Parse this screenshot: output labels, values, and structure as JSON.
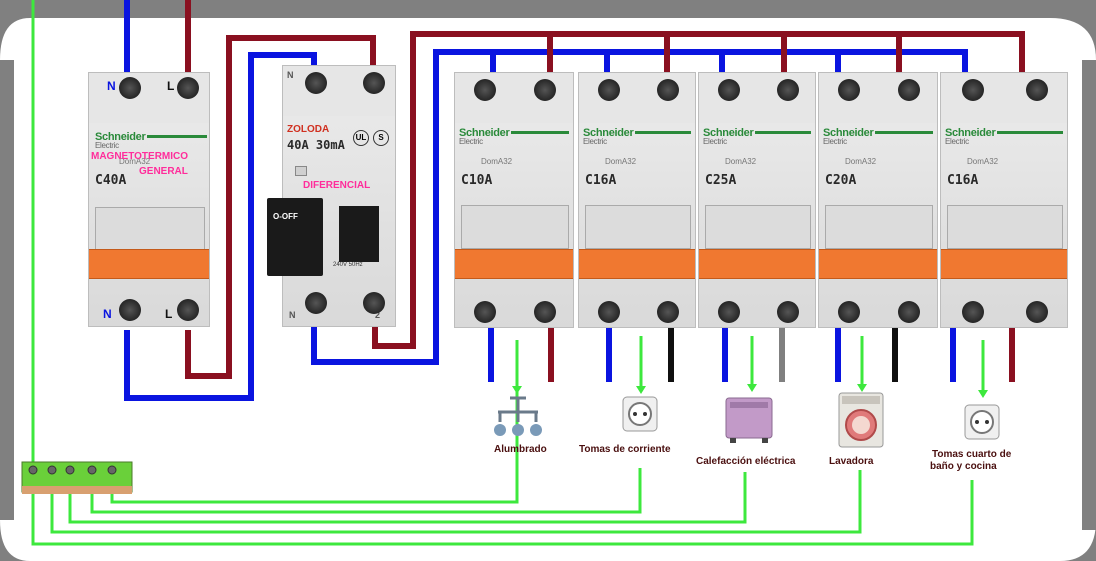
{
  "general_breaker": {
    "brand": "Schneider",
    "brand_sub": "Electric",
    "model": "DomA32",
    "rating": "C40A",
    "label_line1": "MAGNETOTERMICO",
    "label_line2": "GENERAL",
    "top_terminal_n": "N",
    "top_terminal_l": "L",
    "bottom_terminal_n": "N",
    "bottom_terminal_l": "L"
  },
  "differential": {
    "maker": "ZOLODA",
    "rating": "40A 30mA",
    "label": "DIFERENCIAL",
    "switch_text": "O-OFF",
    "terminal_top_n": "N",
    "terminal_bottom_n": "N",
    "terminal_bottom_2": "2",
    "spec_text": "240V 50Hz"
  },
  "circuit_breakers": [
    {
      "brand": "Schneider",
      "brand_sub": "Electric",
      "model": "DomA32",
      "rating": "C10A"
    },
    {
      "brand": "Schneider",
      "brand_sub": "Electric",
      "model": "DomA32",
      "rating": "C16A"
    },
    {
      "brand": "Schneider",
      "brand_sub": "Electric",
      "model": "DomA32",
      "rating": "C25A"
    },
    {
      "brand": "Schneider",
      "brand_sub": "Electric",
      "model": "DomA32",
      "rating": "C20A"
    },
    {
      "brand": "Schneider",
      "brand_sub": "Electric",
      "model": "DomA32",
      "rating": "C16A"
    }
  ],
  "loads": [
    {
      "icon": "ceiling-lamp-icon",
      "label": "Alumbrado"
    },
    {
      "icon": "power-socket-icon",
      "label": "Tomas de corriente"
    },
    {
      "icon": "electric-heater-icon",
      "label": "Calefacción eléctrica"
    },
    {
      "icon": "washing-machine-icon",
      "label": "Lavadora"
    },
    {
      "icon": "power-socket-icon",
      "label_line1": "Tomas cuarto de",
      "label_line2": "baño y cocina"
    }
  ],
  "wire_colors": {
    "neutral": "#0a14e0",
    "phase": "#8a1020",
    "phase_black": "#101010",
    "phase_grey": "#808080",
    "earth": "#3de83d",
    "terminal_green": "#6ad03a"
  }
}
